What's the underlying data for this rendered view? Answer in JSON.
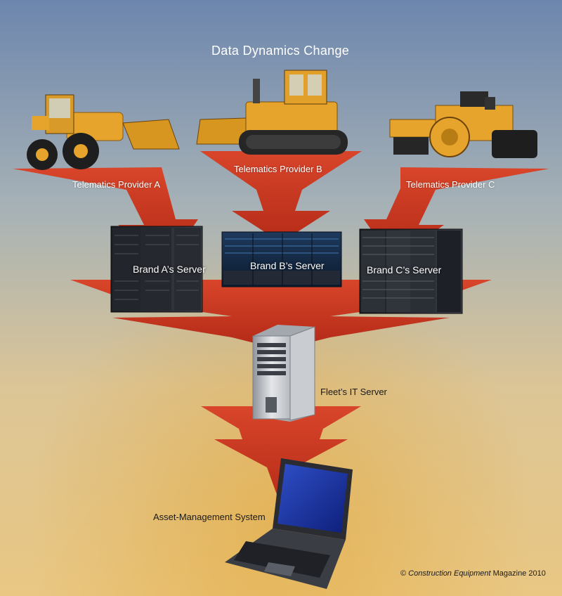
{
  "title": "Data Dynamics Change",
  "colors": {
    "sky_top": "#6d86ad",
    "sky_bottom": "#e8c98a",
    "arrow_red": "#c8321e",
    "machine_yellow": "#e7a42c"
  },
  "machines": [
    {
      "icon": "wheel-loader-icon",
      "label": "Telematics Provider A"
    },
    {
      "icon": "bulldozer-icon",
      "label": "Telematics Provider B"
    },
    {
      "icon": "road-roller-icon",
      "label": "Telematics Provider C"
    }
  ],
  "servers": [
    {
      "icon": "server-rack-icon",
      "label": "Brand A’s Server"
    },
    {
      "icon": "server-rack-icon",
      "label": "Brand B’s Server"
    },
    {
      "icon": "server-rack-icon",
      "label": "Brand C’s Server"
    }
  ],
  "fleet_server": {
    "icon": "tower-server-icon",
    "label": "Fleet’s IT Server"
  },
  "asset_system": {
    "icon": "laptop-icon",
    "label": "Asset-Management System"
  },
  "credit": {
    "prefix": "© ",
    "italic": "Construction Equipment",
    "suffix": " Magazine 2010"
  }
}
